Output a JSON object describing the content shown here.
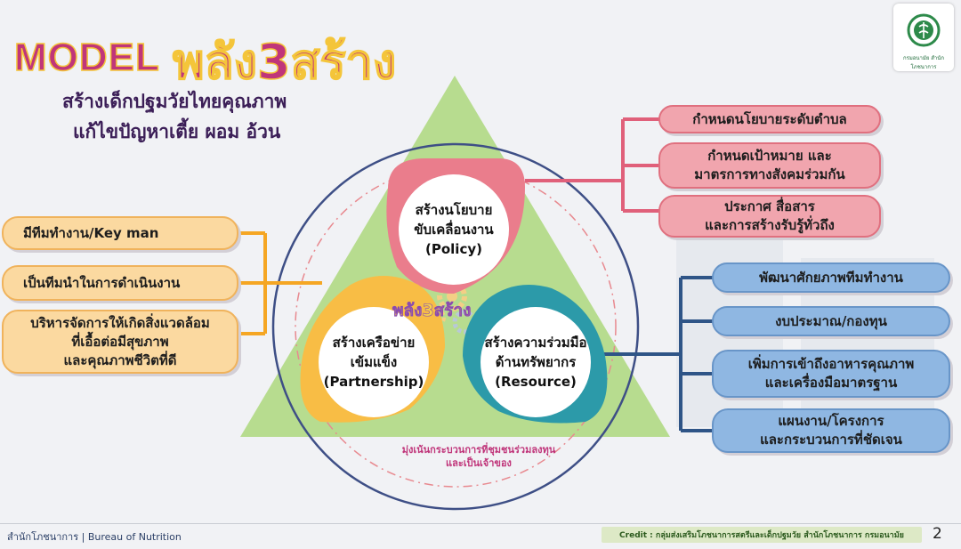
{
  "title": {
    "model": "MODEL",
    "thai": "พลัง3สร้าง"
  },
  "subtitle": {
    "line1": "สร้างเด็กปฐมวัยไทยคุณภาพ",
    "line2": "แก้ไขปัญหาเตี้ย ผอม อ้วน"
  },
  "logo": {
    "text": "กรมอนามัย สำนักโภชนาการ"
  },
  "center_label": "พลัง3สร้าง",
  "circles": {
    "policy": "สร้างนโยบาย\nขับเคลื่อนงาน\n(Policy)",
    "partnership": "สร้างเครือข่าย\nเข้มแข็ง\n(Partnership)",
    "resource": "สร้างความร่วมมือ\nด้านทรัพยากร\n(Resource)"
  },
  "policy_items": [
    "กำหนดนโยบายระดับตำบล",
    "กำหนดเป้าหมาย และ\nมาตรการทางสังคมร่วมกัน",
    "ประกาศ สื่อสาร\nและการสร้างรับรู้ทั่วถึง"
  ],
  "partnership_items": [
    "มีทีมทำงาน/Key man",
    "เป็นทีมนำในการดำเนินงาน",
    "บริหารจัดการให้เกิดสิ่งแวดล้อม\nที่เอื้อต่อมีสุขภาพ\nและคุณภาพชีวิตที่ดี"
  ],
  "resource_items": [
    "พัฒนาศักยภาพทีมทำงาน",
    "งบประมาณ/กองทุน",
    "เพิ่มการเข้าถึงอาหารคุณภาพ\nและเครื่องมือมาตรฐาน",
    "แผนงาน/โครงการ\nและกระบวนการที่ชัดเจน"
  ],
  "bottom_note": "มุ่งเน้นกระบวนการที่ชุมชนร่วมลงทุน\nและเป็นเจ้าของ",
  "footer": {
    "left": "สำนักโภชนาการ  | Bureau of Nutrition",
    "credit": "Credit : กลุ่มส่งเสริมโภชนาการสตรีและเด็กปฐมวัย สำนักโภชนาการ กรมอนามัย",
    "page": "2"
  },
  "colors": {
    "policy": "#ea7d8c",
    "partnership": "#f8bd45",
    "resource": "#2c9aa9",
    "triangle": "#b7dc8f",
    "pink_line": "#e0607a",
    "orange_line": "#f5a623",
    "blue_line": "#2f5587"
  }
}
